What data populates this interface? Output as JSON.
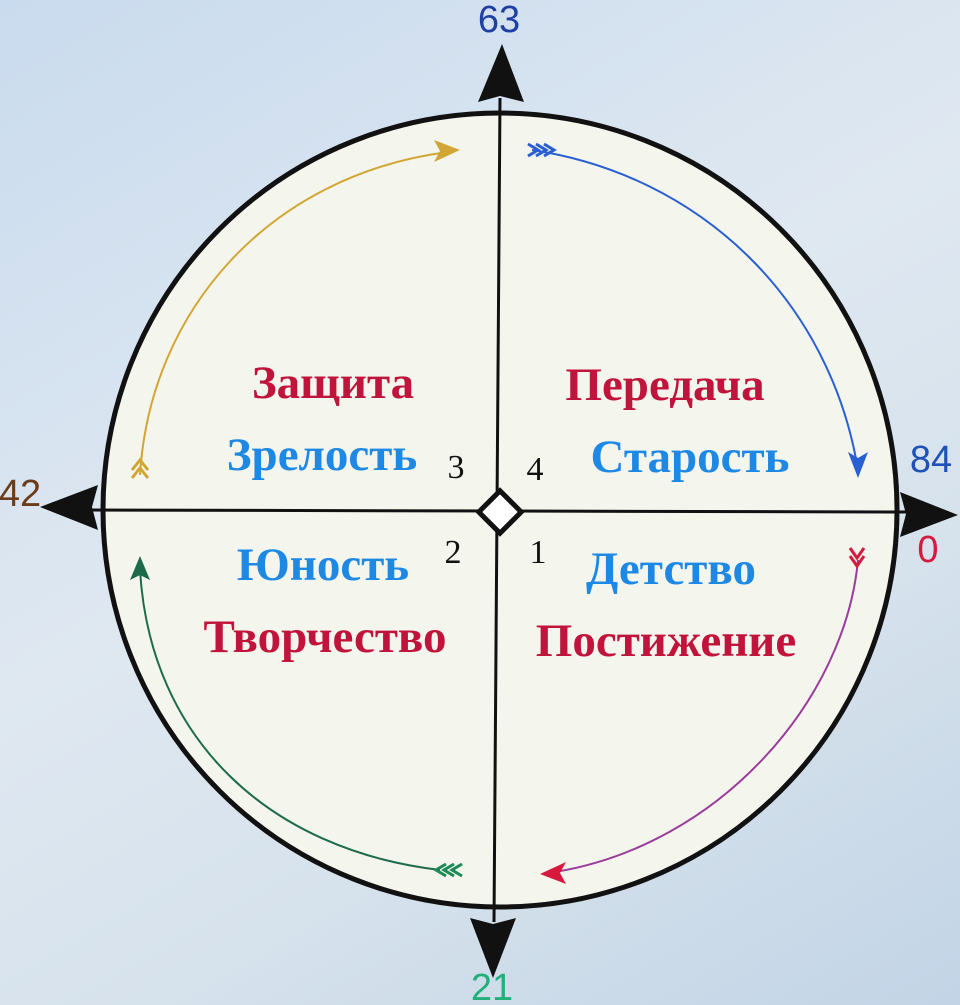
{
  "diagram": {
    "axis_labels": {
      "top": "63",
      "left": "42",
      "right_upper": "84",
      "right_lower": "0",
      "bottom": "21"
    },
    "quadrants": [
      {
        "number": "1",
        "upper": "Детство",
        "lower": "Постижение"
      },
      {
        "number": "2",
        "upper": "Юность",
        "lower": "Творчество"
      },
      {
        "number": "3",
        "upper": "Защита",
        "lower": "Зрелость"
      },
      {
        "number": "4",
        "upper": "Передача",
        "lower": "Старость"
      }
    ],
    "colors": {
      "red_label": "#c0143c",
      "blue_label": "#1e88e5",
      "axis_top": "#1f3fa3",
      "axis_right_upper": "#1f52b8",
      "axis_right_lower": "#d7193d",
      "axis_bottom": "#22b07a",
      "axis_left": "#6a3c1c",
      "arc_blue": "#2a5fd3",
      "arc_purple": "#9a3c9c",
      "arc_green": "#1d6b4b",
      "arc_orange": "#d2a634",
      "circle_fill": "#f4f5ec"
    }
  }
}
